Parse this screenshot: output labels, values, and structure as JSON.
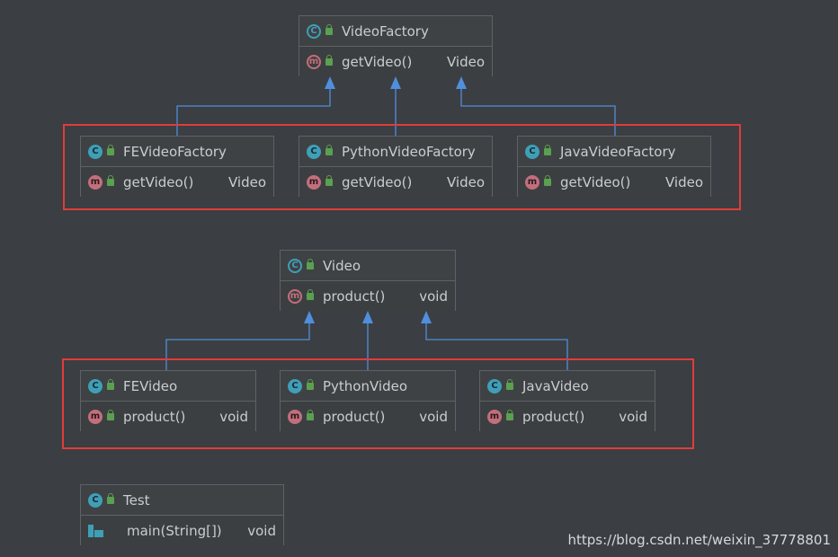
{
  "factory": {
    "interface": {
      "name": "VideoFactory",
      "method": "getVideo()",
      "return": "Video"
    },
    "impls": [
      {
        "name": "FEVideoFactory",
        "method": "getVideo()",
        "return": "Video"
      },
      {
        "name": "PythonVideoFactory",
        "method": "getVideo()",
        "return": "Video"
      },
      {
        "name": "JavaVideoFactory",
        "method": "getVideo()",
        "return": "Video"
      }
    ]
  },
  "product": {
    "abstract": {
      "name": "Video",
      "method": "product()",
      "return": "void"
    },
    "impls": [
      {
        "name": "FEVideo",
        "method": "product()",
        "return": "void"
      },
      {
        "name": "PythonVideo",
        "method": "product()",
        "return": "void"
      },
      {
        "name": "JavaVideo",
        "method": "product()",
        "return": "void"
      }
    ]
  },
  "test": {
    "name": "Test",
    "method": "main(String[])",
    "return": "void"
  },
  "watermark": "https://blog.csdn.net/weixin_37778801",
  "colors": {
    "background": "#3b3e42",
    "arrow": "#4f8fdc",
    "highlight": "#e03c3c",
    "class_icon": "#3f9fb7",
    "method_icon": "#c26f7c"
  }
}
